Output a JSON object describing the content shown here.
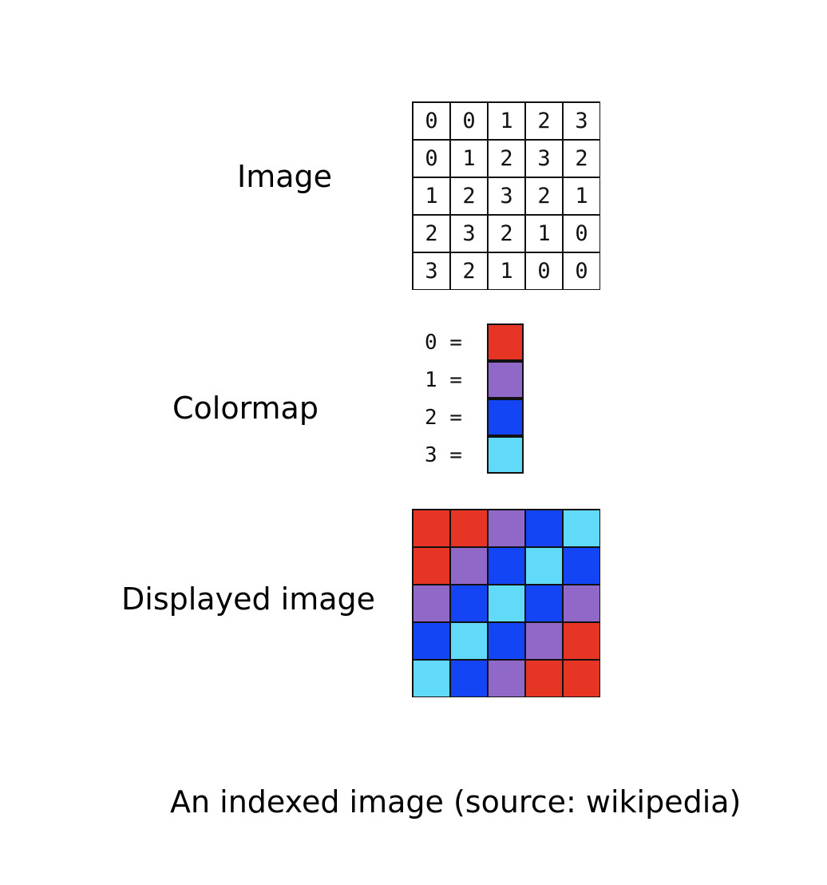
{
  "labels": {
    "image": "Image",
    "colormap": "Colormap",
    "displayed": "Displayed image",
    "caption": "An indexed image (source: wikipedia)"
  },
  "image_indices": [
    [
      0,
      0,
      1,
      2,
      3
    ],
    [
      0,
      1,
      2,
      3,
      2
    ],
    [
      1,
      2,
      3,
      2,
      1
    ],
    [
      2,
      3,
      2,
      1,
      0
    ],
    [
      3,
      2,
      1,
      0,
      0
    ]
  ],
  "colormap": [
    {
      "index": "0",
      "eq": "=",
      "color": "#e63425"
    },
    {
      "index": "1",
      "eq": "=",
      "color": "#9069c8"
    },
    {
      "index": "2",
      "eq": "=",
      "color": "#1345f5"
    },
    {
      "index": "3",
      "eq": "=",
      "color": "#61dafa"
    }
  ]
}
